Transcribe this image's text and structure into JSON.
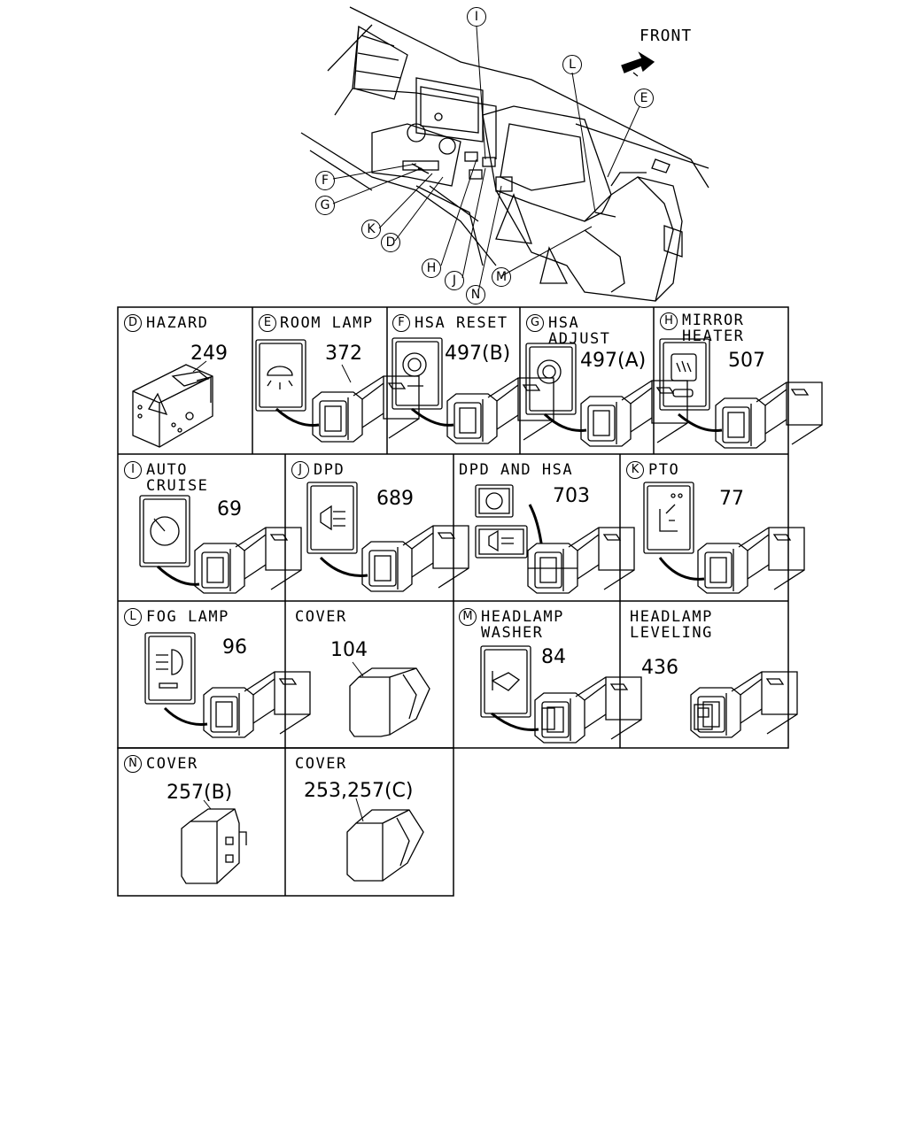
{
  "header": {
    "direction_label": "FRONT"
  },
  "callouts": {
    "I": "I",
    "L": "L",
    "E": "E",
    "F": "F",
    "G": "G",
    "K": "K",
    "D": "D",
    "H": "H",
    "J": "J",
    "N": "N",
    "M": "M"
  },
  "panels": {
    "hazard": {
      "letter": "D",
      "label": "HAZARD",
      "part": "249"
    },
    "room_lamp": {
      "letter": "E",
      "label": "ROOM LAMP",
      "part": "372"
    },
    "hsa_reset": {
      "letter": "F",
      "label": "HSA RESET",
      "part": "497(B)"
    },
    "hsa_adjust": {
      "letter": "G",
      "label_1": "HSA",
      "label_2": "ADJUST",
      "part": "497(A)"
    },
    "mirror_heater": {
      "letter": "H",
      "label_1": "MIRROR",
      "label_2": "HEATER",
      "part": "507"
    },
    "auto_cruise": {
      "letter": "I",
      "label_1": "AUTO",
      "label_2": "CRUISE",
      "part": "69"
    },
    "dpd": {
      "letter": "J",
      "label": "DPD",
      "part": "689"
    },
    "dpd_hsa": {
      "label": "DPD AND HSA",
      "part": "703"
    },
    "pto": {
      "letter": "K",
      "label": "PTO",
      "part": "77"
    },
    "fog_lamp": {
      "letter": "L",
      "label": "FOG LAMP",
      "part": "96"
    },
    "cover_104": {
      "label": "COVER",
      "part": "104"
    },
    "hl_washer": {
      "letter": "M",
      "label_1": "HEADLAMP",
      "label_2": "WASHER",
      "part": "84"
    },
    "hl_leveling": {
      "label_1": "HEADLAMP",
      "label_2": "LEVELING",
      "part": "436"
    },
    "cover_257b": {
      "letter": "N",
      "label": "COVER",
      "part": "257(B)"
    },
    "cover_253": {
      "label": "COVER",
      "part": "253,257(C)"
    }
  }
}
